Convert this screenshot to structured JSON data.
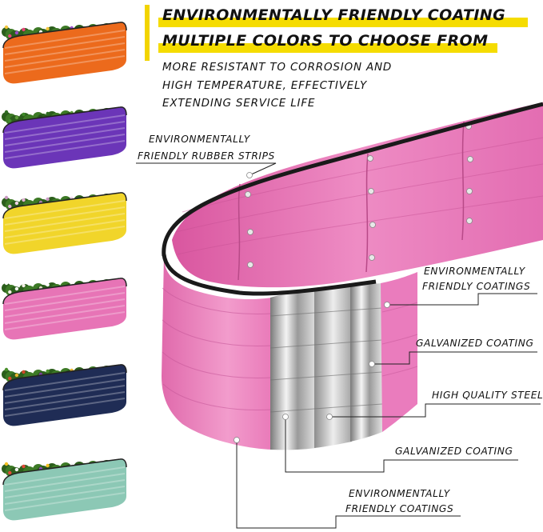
{
  "headline": {
    "line1": "ENVIRONMENTALLY FRIENDLY COATING",
    "line2": "MULTIPLE COLORS TO CHOOSE FROM"
  },
  "subtext": {
    "line1": "MORE RESISTANT TO CORROSION AND",
    "line2": "HIGH TEMPERATURE, EFFECTIVELY",
    "line3": "EXTENDING SERVICE LIFE"
  },
  "callouts": {
    "rubber_strips": {
      "line1": "ENVIRONMENTALLY",
      "line2": "FRIENDLY RUBBER STRIPS"
    },
    "coatings_top": {
      "line1": "ENVIRONMENTALLY",
      "line2": "FRIENDLY COATINGS"
    },
    "galvanized_top": "GALVANIZED COATING",
    "steel": "HIGH QUALITY STEEL",
    "galvanized_bottom": "GALVANIZED COATING",
    "coatings_bottom": {
      "line1": "ENVIRONMENTALLY",
      "line2": "FRIENDLY COATINGS"
    }
  },
  "color_options": [
    {
      "name": "orange",
      "color": "#ec6a1c",
      "plants": [
        "#f2c53a",
        "#e9457a",
        "#ffffff",
        "#9b4dc7"
      ]
    },
    {
      "name": "purple",
      "color": "#6b35b8",
      "plants": [
        "#2f6b22",
        "#3f8a2a",
        "#254f1a",
        "#5c9c3a"
      ]
    },
    {
      "name": "yellow",
      "color": "#f1d52a",
      "plants": [
        "#c998c2",
        "#e3b3d6",
        "#a77fb0",
        "#f0d2e6"
      ]
    },
    {
      "name": "pink",
      "color": "#e774b6",
      "plants": [
        "#ffffff",
        "#f5f0e6",
        "#e3d9c8",
        "#fafafa"
      ]
    },
    {
      "name": "navy",
      "color": "#1f2c55",
      "plants": [
        "#4a8f2c",
        "#d24a2a",
        "#7a3f9a",
        "#e9b52f"
      ]
    },
    {
      "name": "sage",
      "color": "#8cc8b5",
      "plants": [
        "#f3c022",
        "#e24b3a",
        "#8a52b6",
        "#f5f5f5"
      ]
    }
  ],
  "colors": {
    "accent_yellow": "#f5dc00",
    "planter_pink": "#e66bb0",
    "planter_pink_light": "#f2a1cf",
    "galvanized": "#c9c9c9",
    "rim": "#1a1a1a"
  }
}
